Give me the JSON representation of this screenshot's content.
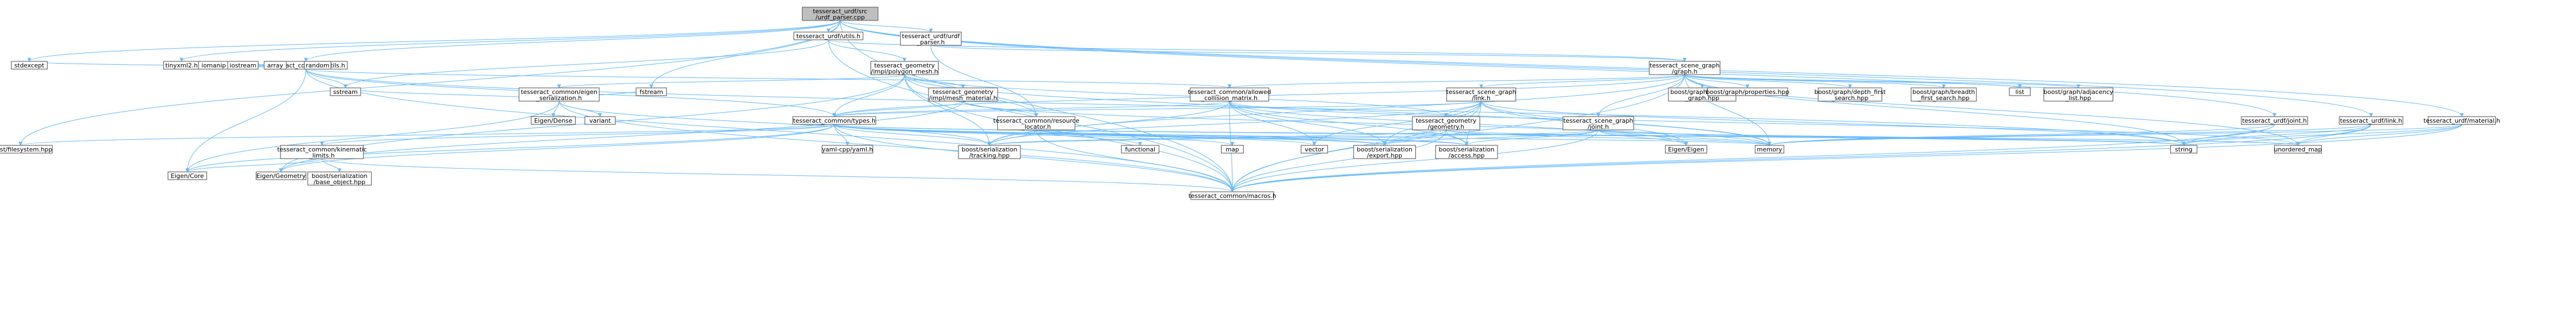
{
  "colors": {
    "edge": "#63b8ff",
    "edge_dark": "#404040",
    "node_fill": "#ffffff",
    "node_stroke": "#666666",
    "root_fill": "#bfbfbf",
    "red_stroke": "#ff0000"
  },
  "nodes": [
    {
      "id": "root",
      "label": [
        "tesseract_urdf/src",
        "/urdf_parser.cpp"
      ],
      "style": "root"
    },
    {
      "id": "utils",
      "label": [
        "tesseract_urdf/utils.h"
      ]
    },
    {
      "id": "urdf_parser",
      "label": [
        "tesseract_urdf/urdf",
        "_parser.h"
      ]
    },
    {
      "id": "common_utils",
      "label": [
        "tesseract_common/utils.h"
      ]
    },
    {
      "id": "polygon_mesh",
      "label": [
        "tesseract_geometry",
        "/impl/polygon_mesh.h"
      ]
    },
    {
      "id": "scene_graph",
      "label": [
        "tesseract_scene_graph",
        "/graph.h"
      ]
    },
    {
      "id": "eigen_ser",
      "label": [
        "tesseract_common/eigen",
        "_serialization.h"
      ],
      "style": "red"
    },
    {
      "id": "mesh_material",
      "label": [
        "tesseract_geometry",
        "/impl/mesh_material.h"
      ]
    },
    {
      "id": "allowed_collision",
      "label": [
        "tesseract_common/allowed",
        "_collision_matrix.h"
      ]
    },
    {
      "id": "sg_link",
      "label": [
        "tesseract_scene_graph",
        "/link.h"
      ]
    },
    {
      "id": "bg_directed",
      "label": [
        "boost/graph/directed",
        "_graph.hpp"
      ],
      "style": "plain"
    },
    {
      "id": "bg_properties",
      "label": [
        "boost/graph/properties.hpp"
      ],
      "style": "plain"
    },
    {
      "id": "bg_dfs",
      "label": [
        "boost/graph/depth_first",
        "_search.hpp"
      ],
      "style": "plain"
    },
    {
      "id": "bg_bfs",
      "label": [
        "boost/graph/breadth",
        "_first_search.hpp"
      ],
      "style": "plain"
    },
    {
      "id": "list",
      "label": [
        "list"
      ],
      "style": "plain"
    },
    {
      "id": "bg_adj",
      "label": [
        "boost/graph/adjacency",
        "_list.hpp"
      ],
      "style": "plain"
    },
    {
      "id": "common_types",
      "label": [
        "tesseract_common/types.h"
      ]
    },
    {
      "id": "resource_locator",
      "label": [
        "tesseract_common/resource",
        "_locator.h"
      ]
    },
    {
      "id": "geometry",
      "label": [
        "tesseract_geometry",
        "/geometry.h"
      ]
    },
    {
      "id": "sg_joint",
      "label": [
        "tesseract_scene_graph",
        "/joint.h"
      ]
    },
    {
      "id": "urdf_joint",
      "label": [
        "tesseract_urdf/joint.h"
      ]
    },
    {
      "id": "urdf_link",
      "label": [
        "tesseract_urdf/link.h"
      ]
    },
    {
      "id": "urdf_material",
      "label": [
        "tesseract_urdf/material.h"
      ]
    },
    {
      "id": "stdexcept",
      "label": [
        "stdexcept"
      ],
      "style": "plain"
    },
    {
      "id": "tinyxml2",
      "label": [
        "tinyxml2.h"
      ],
      "style": "plain"
    },
    {
      "id": "iomanip",
      "label": [
        "iomanip"
      ],
      "style": "plain"
    },
    {
      "id": "iostream",
      "label": [
        "iostream"
      ],
      "style": "plain"
    },
    {
      "id": "array",
      "label": [
        "array"
      ],
      "style": "plain"
    },
    {
      "id": "random",
      "label": [
        "random"
      ],
      "style": "plain"
    },
    {
      "id": "sstream",
      "label": [
        "sstream"
      ],
      "style": "plain"
    },
    {
      "id": "fstream",
      "label": [
        "fstream"
      ],
      "style": "plain"
    },
    {
      "id": "eigen_dense",
      "label": [
        "Eigen/Dense"
      ],
      "style": "plain"
    },
    {
      "id": "variant",
      "label": [
        "variant"
      ],
      "style": "plain"
    },
    {
      "id": "boost_fs",
      "label": [
        "boost/filesystem.hpp"
      ],
      "style": "plain"
    },
    {
      "id": "kinematic_limits",
      "label": [
        "tesseract_common/kinematic",
        "_limits.h"
      ]
    },
    {
      "id": "yaml",
      "label": [
        "yaml-cpp/yaml.h"
      ],
      "style": "plain"
    },
    {
      "id": "functional",
      "label": [
        "functional"
      ],
      "style": "plain"
    },
    {
      "id": "map",
      "label": [
        "map"
      ],
      "style": "plain"
    },
    {
      "id": "vector",
      "label": [
        "vector"
      ],
      "style": "plain"
    },
    {
      "id": "bs_export",
      "label": [
        "boost/serialization",
        "/export.hpp"
      ],
      "style": "plain"
    },
    {
      "id": "bs_access",
      "label": [
        "boost/serialization",
        "/access.hpp"
      ],
      "style": "plain"
    },
    {
      "id": "bs_tracking",
      "label": [
        "boost/serialization",
        "/tracking.hpp"
      ],
      "style": "plain"
    },
    {
      "id": "eigen_eigen",
      "label": [
        "Eigen/Eigen"
      ],
      "style": "plain"
    },
    {
      "id": "memory",
      "label": [
        "memory"
      ],
      "style": "plain"
    },
    {
      "id": "string",
      "label": [
        "string"
      ],
      "style": "plain"
    },
    {
      "id": "unordered_map",
      "label": [
        "unordered_map"
      ],
      "style": "plain"
    },
    {
      "id": "eigen_core",
      "label": [
        "Eigen/Core"
      ],
      "style": "plain"
    },
    {
      "id": "eigen_geometry",
      "label": [
        "Eigen/Geometry"
      ],
      "style": "plain"
    },
    {
      "id": "bs_base_object",
      "label": [
        "boost/serialization",
        "/base_object.hpp"
      ],
      "style": "plain"
    },
    {
      "id": "macros",
      "label": [
        "tesseract_common/macros.h"
      ]
    }
  ],
  "edges": [
    [
      "root",
      "utils"
    ],
    [
      "root",
      "urdf_parser"
    ],
    [
      "root",
      "common_utils"
    ],
    [
      "root",
      "stdexcept"
    ],
    [
      "root",
      "tinyxml2"
    ],
    [
      "root",
      "fstream"
    ],
    [
      "root",
      "boost_fs"
    ],
    [
      "root",
      "urdf_joint"
    ],
    [
      "root",
      "urdf_link"
    ],
    [
      "root",
      "urdf_material"
    ],
    [
      "root",
      "macros"
    ],
    [
      "utils",
      "polygon_mesh"
    ],
    [
      "utils",
      "scene_graph"
    ],
    [
      "utils",
      "sstream"
    ],
    [
      "utils",
      "macros"
    ],
    [
      "urdf_parser",
      "scene_graph"
    ],
    [
      "urdf_parser",
      "resource_locator"
    ],
    [
      "common_utils",
      "stdexcept"
    ],
    [
      "common_utils",
      "tinyxml2"
    ],
    [
      "common_utils",
      "iomanip"
    ],
    [
      "common_utils",
      "iostream"
    ],
    [
      "common_utils",
      "array"
    ],
    [
      "common_utils",
      "random"
    ],
    [
      "common_utils",
      "sstream"
    ],
    [
      "common_utils",
      "common_types"
    ],
    [
      "common_utils",
      "allowed_collision"
    ],
    [
      "common_utils",
      "eigen_core"
    ],
    [
      "common_utils",
      "macros"
    ],
    [
      "common_utils",
      "string"
    ],
    [
      "polygon_mesh",
      "eigen_ser"
    ],
    [
      "polygon_mesh",
      "mesh_material"
    ],
    [
      "polygon_mesh",
      "common_types"
    ],
    [
      "polygon_mesh",
      "resource_locator"
    ],
    [
      "polygon_mesh",
      "geometry"
    ],
    [
      "polygon_mesh",
      "bs_tracking"
    ],
    [
      "polygon_mesh",
      "eigen_geometry"
    ],
    [
      "polygon_mesh",
      "memory"
    ],
    [
      "polygon_mesh",
      "macros"
    ],
    [
      "scene_graph",
      "allowed_collision"
    ],
    [
      "scene_graph",
      "sg_link"
    ],
    [
      "scene_graph",
      "sg_joint"
    ],
    [
      "scene_graph",
      "bg_directed"
    ],
    [
      "scene_graph",
      "bg_properties"
    ],
    [
      "scene_graph",
      "bg_dfs"
    ],
    [
      "scene_graph",
      "bg_bfs"
    ],
    [
      "scene_graph",
      "list"
    ],
    [
      "scene_graph",
      "bg_adj"
    ],
    [
      "scene_graph",
      "unordered_map"
    ],
    [
      "scene_graph",
      "string"
    ],
    [
      "scene_graph",
      "memory"
    ],
    [
      "scene_graph",
      "bs_tracking"
    ],
    [
      "scene_graph",
      "macros"
    ],
    [
      "scene_graph",
      "common_types"
    ],
    [
      "eigen_ser",
      "eigen_dense"
    ],
    [
      "eigen_ser",
      "variant"
    ],
    [
      "eigen_ser",
      "fstream"
    ],
    [
      "eigen_ser",
      "sstream"
    ],
    [
      "eigen_ser",
      "bs_tracking"
    ],
    [
      "eigen_ser",
      "eigen_core"
    ],
    [
      "eigen_ser",
      "macros"
    ],
    [
      "mesh_material",
      "common_types"
    ],
    [
      "mesh_material",
      "resource_locator"
    ],
    [
      "mesh_material",
      "eigen_geometry"
    ],
    [
      "mesh_material",
      "memory"
    ],
    [
      "allowed_collision",
      "common_types"
    ],
    [
      "allowed_collision",
      "bs_export"
    ],
    [
      "allowed_collision",
      "bs_access"
    ],
    [
      "allowed_collision",
      "bs_tracking"
    ],
    [
      "allowed_collision",
      "unordered_map"
    ],
    [
      "allowed_collision",
      "vector"
    ],
    [
      "allowed_collision",
      "macros"
    ],
    [
      "allowed_collision",
      "eigen_eigen"
    ],
    [
      "sg_link",
      "geometry"
    ],
    [
      "sg_link",
      "eigen_eigen"
    ],
    [
      "sg_link",
      "memory"
    ],
    [
      "sg_link",
      "string"
    ],
    [
      "sg_link",
      "vector"
    ],
    [
      "sg_link",
      "bs_export"
    ],
    [
      "sg_link",
      "bs_access"
    ],
    [
      "sg_link",
      "bs_tracking"
    ],
    [
      "sg_link",
      "macros"
    ],
    [
      "sg_link",
      "common_types"
    ],
    [
      "common_types",
      "kinematic_limits"
    ],
    [
      "common_types",
      "yaml"
    ],
    [
      "common_types",
      "map"
    ],
    [
      "common_types",
      "vector"
    ],
    [
      "common_types",
      "bs_export"
    ],
    [
      "common_types",
      "bs_access"
    ],
    [
      "common_types",
      "bs_tracking"
    ],
    [
      "common_types",
      "eigen_core"
    ],
    [
      "common_types",
      "eigen_geometry"
    ],
    [
      "common_types",
      "string"
    ],
    [
      "common_types",
      "unordered_map"
    ],
    [
      "common_types",
      "macros"
    ],
    [
      "common_types",
      "boost_fs"
    ],
    [
      "resource_locator",
      "functional"
    ],
    [
      "resource_locator",
      "bs_export"
    ],
    [
      "resource_locator",
      "bs_access"
    ],
    [
      "resource_locator",
      "bs_tracking"
    ],
    [
      "resource_locator",
      "memory"
    ],
    [
      "resource_locator",
      "macros"
    ],
    [
      "geometry",
      "bs_export"
    ],
    [
      "geometry",
      "bs_access"
    ],
    [
      "geometry",
      "bs_tracking"
    ],
    [
      "geometry",
      "memory"
    ],
    [
      "geometry",
      "string"
    ],
    [
      "geometry",
      "macros"
    ],
    [
      "sg_joint",
      "eigen_eigen"
    ],
    [
      "sg_joint",
      "memory"
    ],
    [
      "sg_joint",
      "string"
    ],
    [
      "sg_joint",
      "unordered_map"
    ],
    [
      "sg_joint",
      "bs_export"
    ],
    [
      "sg_joint",
      "bs_access"
    ],
    [
      "sg_joint",
      "bs_tracking"
    ],
    [
      "sg_joint",
      "macros"
    ],
    [
      "urdf_joint",
      "memory"
    ],
    [
      "urdf_joint",
      "string"
    ],
    [
      "urdf_joint",
      "macros"
    ],
    [
      "urdf_link",
      "memory"
    ],
    [
      "urdf_link",
      "string"
    ],
    [
      "urdf_link",
      "unordered_map"
    ],
    [
      "urdf_link",
      "macros"
    ],
    [
      "urdf_material",
      "memory"
    ],
    [
      "urdf_material",
      "string"
    ],
    [
      "urdf_material",
      "unordered_map"
    ],
    [
      "urdf_material",
      "macros"
    ],
    [
      "kinematic_limits",
      "eigen_core"
    ],
    [
      "kinematic_limits",
      "bs_base_object"
    ],
    [
      "kinematic_limits",
      "macros"
    ]
  ]
}
